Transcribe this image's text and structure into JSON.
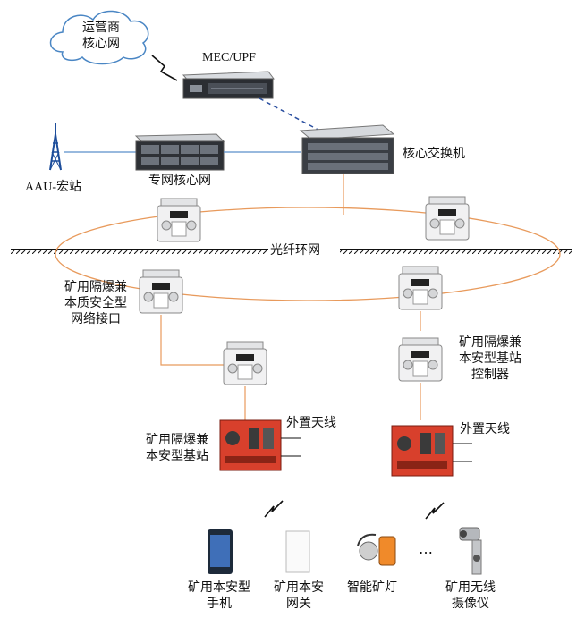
{
  "nodes": {
    "carrier_core": {
      "lines": [
        "运营商",
        "核心网"
      ]
    },
    "mec_upf": {
      "label": "MEC/UPF"
    },
    "private_core": {
      "label": "专网核心网"
    },
    "core_switch": {
      "label": "核心交换机"
    },
    "aau": {
      "label": "AAU-宏站"
    },
    "fiber_ring": {
      "label": "光纤环网"
    },
    "network_interface": {
      "lines": [
        "矿用隔爆兼",
        "本质安全型",
        "网络接口"
      ]
    },
    "bs_controller": {
      "lines": [
        "矿用隔爆兼",
        "本安型基站",
        "控制器"
      ]
    },
    "base_station": {
      "lines": [
        "矿用隔爆兼",
        "本安型基站"
      ]
    },
    "ext_antenna_left": {
      "label": "外置天线"
    },
    "ext_antenna_right": {
      "label": "外置天线"
    }
  },
  "terminals": [
    {
      "lines": [
        "矿用本安型",
        "手机"
      ]
    },
    {
      "lines": [
        "矿用本安",
        "网关"
      ]
    },
    {
      "lines": [
        "智能矿灯"
      ]
    },
    {
      "lines": [
        "矿用无线",
        "摄像仪"
      ]
    }
  ],
  "ellipsis": "…",
  "colors": {
    "fiber": "#e89a5c",
    "blue_link": "#5b8fc9",
    "mec_link": "#2a4fa0",
    "station_red": "#d8402c",
    "cloud_stroke": "#4a86c4"
  }
}
